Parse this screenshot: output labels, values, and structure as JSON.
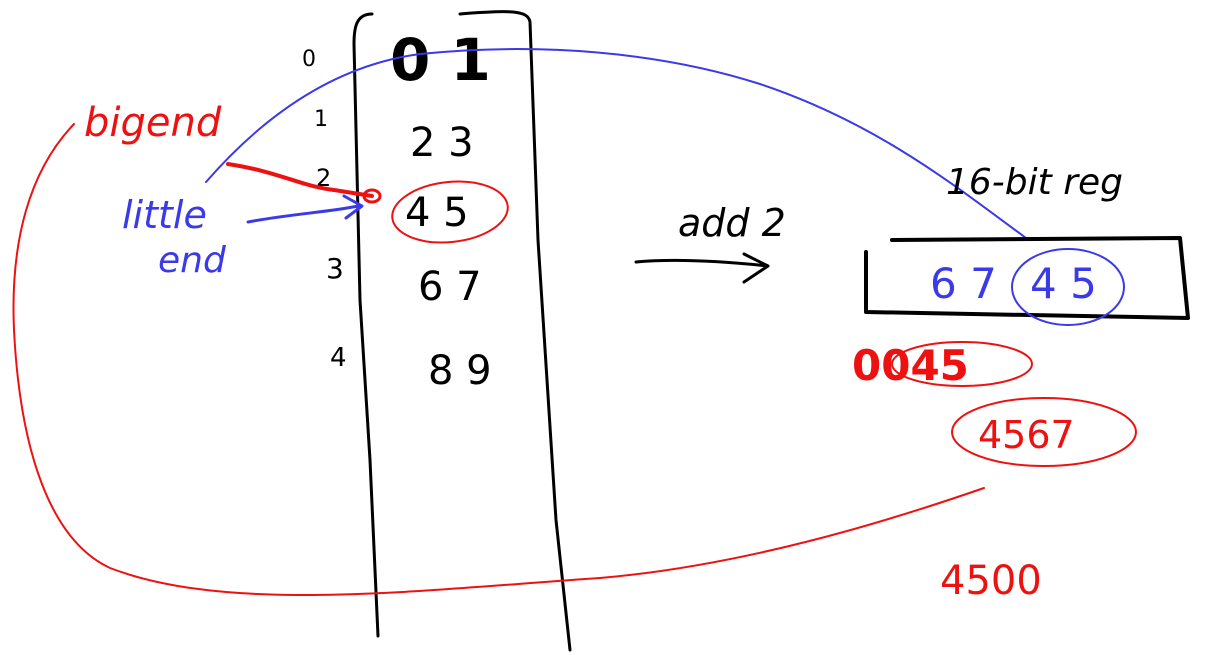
{
  "colors": {
    "ink": "#000000",
    "red": "#ee1111",
    "blue": "#3a3ae8"
  },
  "memory": {
    "header": "0 1",
    "address_labels": [
      "0",
      "1",
      "2",
      "3",
      "4"
    ],
    "cells": [
      "2 3",
      "4 5",
      "6 7",
      "8 9"
    ]
  },
  "labels": {
    "big_endian": "bigend",
    "little_endian_line1": "little",
    "little_endian_line2": "end",
    "operation": "add 2",
    "register_title": "16-bit reg"
  },
  "register": {
    "high_byte": "6 7",
    "low_byte": "4 5"
  },
  "results": {
    "zero_extended": "0045",
    "swapped": "4567",
    "shifted": "4500"
  }
}
